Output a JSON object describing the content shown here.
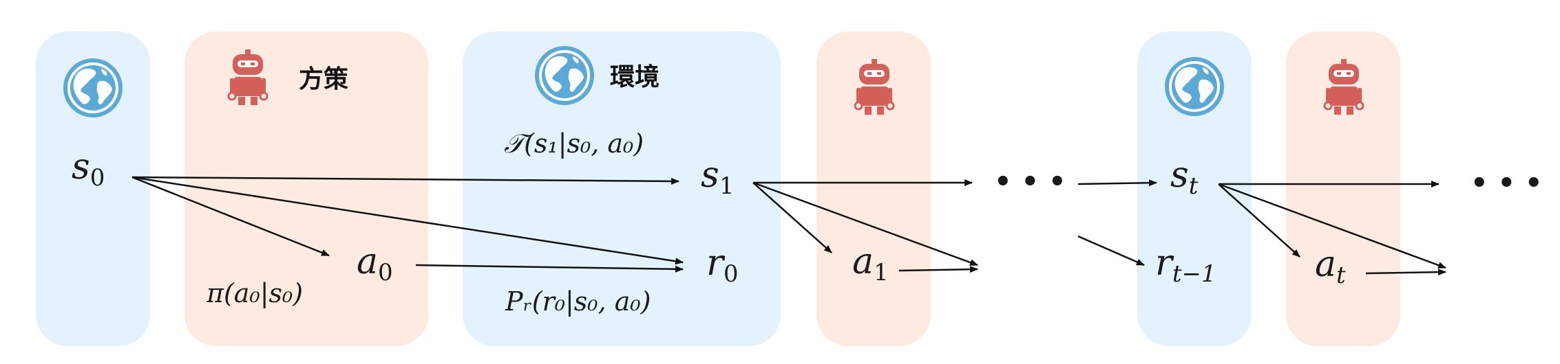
{
  "colors": {
    "env_panel": "#e3f2fc",
    "policy_panel": "#fdebe2",
    "globe": "#5aa9d6",
    "robot": "#d4605a",
    "arrow": "#111111"
  },
  "labels": {
    "policy_title": "方策",
    "env_title": "環境",
    "ellipsis": "• • •"
  },
  "math": {
    "s0_base": "s",
    "s0_sub": "0",
    "a0_base": "a",
    "a0_sub": "0",
    "s1_base": "s",
    "s1_sub": "1",
    "r0_base": "r",
    "r0_sub": "0",
    "a1_base": "a",
    "a1_sub": "1",
    "st_base": "s",
    "st_sub": "t",
    "rt1_base": "r",
    "rt1_sub": "t−1",
    "at_base": "a",
    "at_sub": "t",
    "policy_formula": "π(a₀|s₀)",
    "transition_formula": "𝒯(s₁|s₀, a₀)",
    "reward_formula": "Pᵣ(r₀|s₀, a₀)"
  },
  "icons": {
    "env": "globe-icon",
    "agent": "robot-icon"
  }
}
